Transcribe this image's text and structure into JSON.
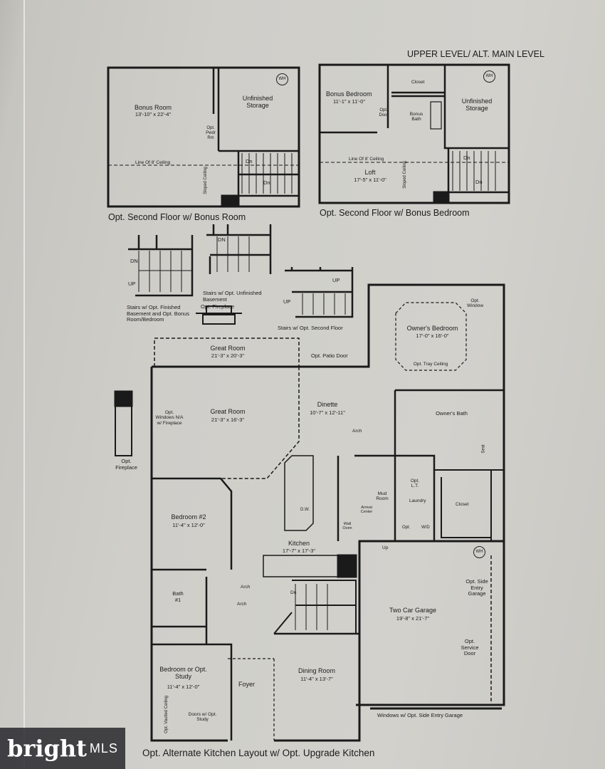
{
  "header": {
    "level_title": "UPPER LEVEL/ ALT. MAIN LEVEL"
  },
  "plan_bonus_room": {
    "caption": "Opt. Second Floor w/ Bonus Room",
    "rooms": {
      "bonus_room": "Bonus Room",
      "bonus_room_size": "13'-10\" x 22'-4\"",
      "storage": "Unfinished Storage",
      "pwdr": "Opt. Pwdr Rm",
      "ceiling_line": "Line Of 8' Ceiling",
      "sloped": "Sloped Ceiling",
      "dn1": "Dn",
      "dn2": "Dn",
      "wh": "WH"
    }
  },
  "plan_bonus_bedroom": {
    "caption": "Opt. Second Floor w/ Bonus Bedroom",
    "rooms": {
      "bonus_bedroom": "Bonus Bedroom",
      "bonus_bedroom_size": "11'-1\" x 11'-0\"",
      "closet": "Closet",
      "opt_door": "Opt. Door",
      "bonus_bath": "Bonus Bath",
      "storage": "Unfinished Storage",
      "ceiling_line": "Line Of 8' Ceiling",
      "loft": "Loft",
      "loft_size": "17'-5\" x 11'-0\"",
      "sloped": "Sloped Ceiling",
      "dn1": "Dn",
      "dn2": "Dn",
      "wh": "WH"
    }
  },
  "stair_options": {
    "finished": "Stairs w/ Opt. Finished Basement and Opt. Bonus Room/Bedroom",
    "unfinished": "Stairs w/ Opt. Unfinished Basement",
    "second_floor": "Stairs w/ Opt. Second Floor",
    "fireplace": "Opt. Fireplace",
    "dn_a": "DN",
    "up_a": "UP",
    "dn_b": "DN",
    "up_c1": "UP",
    "up_c2": "UP"
  },
  "main_plan": {
    "caption": "Opt. Alternate Kitchen Layout w/ Opt. Upgrade Kitchen",
    "rooms": {
      "great_room_opt": "Great Room",
      "great_room_opt_size": "21'-3\" x 20'-3\"",
      "patio_door": "Opt. Patio Door",
      "great_room": "Great Room",
      "great_room_size": "21'-3\" x 16'-3\"",
      "opt_windows": "Opt. Windows N/A w/ Fireplace",
      "opt_fireplace": "Opt. Fireplace",
      "dinette": "Dinette",
      "dinette_size": "10'-7\" x 12'-11\"",
      "owners_bedroom": "Owner's Bedroom",
      "owners_bedroom_size": "17'-0\" x 16'-0\"",
      "opt_window": "Opt. Window",
      "tray_ceiling": "Opt. Tray Ceiling",
      "owners_bath": "Owner's Bath",
      "seat": "Seat",
      "arch1": "Arch",
      "arch2": "Arch",
      "arch3": "Arch",
      "opt_lt": "Opt. L.T.",
      "laundry": "Laundry",
      "closet": "Closet",
      "mud_room": "Mud Room",
      "arrival_center": "Arrival Center",
      "opt": "Opt.",
      "wd": "W/D",
      "up": "Up",
      "dw": "D.W.",
      "wall_oven": "Wall Oven",
      "kitchen": "Kitchen",
      "kitchen_size": "17'-7\" x 17'-3\"",
      "bedroom2": "Bedroom #2",
      "bedroom2_size": "11'-4\" x 12'-0\"",
      "bath1": "Bath #1",
      "dn": "Dn",
      "study": "Bedroom or Opt. Study",
      "study_size": "11'-4\" x 12'-0\"",
      "vaulted": "Opt. Vaulted Ceiling",
      "doors_study": "Doors w/ Opt. Study",
      "foyer": "Foyer",
      "dining": "Dining Room",
      "dining_size": "11'-4\" x 13'-7\"",
      "garage": "Two Car Garage",
      "garage_size": "19'-8\" x 21'-7\"",
      "side_entry": "Opt. Side Entry Garage",
      "service_door": "Opt. Service Door",
      "garage_windows": "Windows w/ Opt. Side Entry Garage",
      "wh": "WH"
    }
  },
  "watermark": {
    "brand": "bright",
    "suffix": "MLS"
  }
}
